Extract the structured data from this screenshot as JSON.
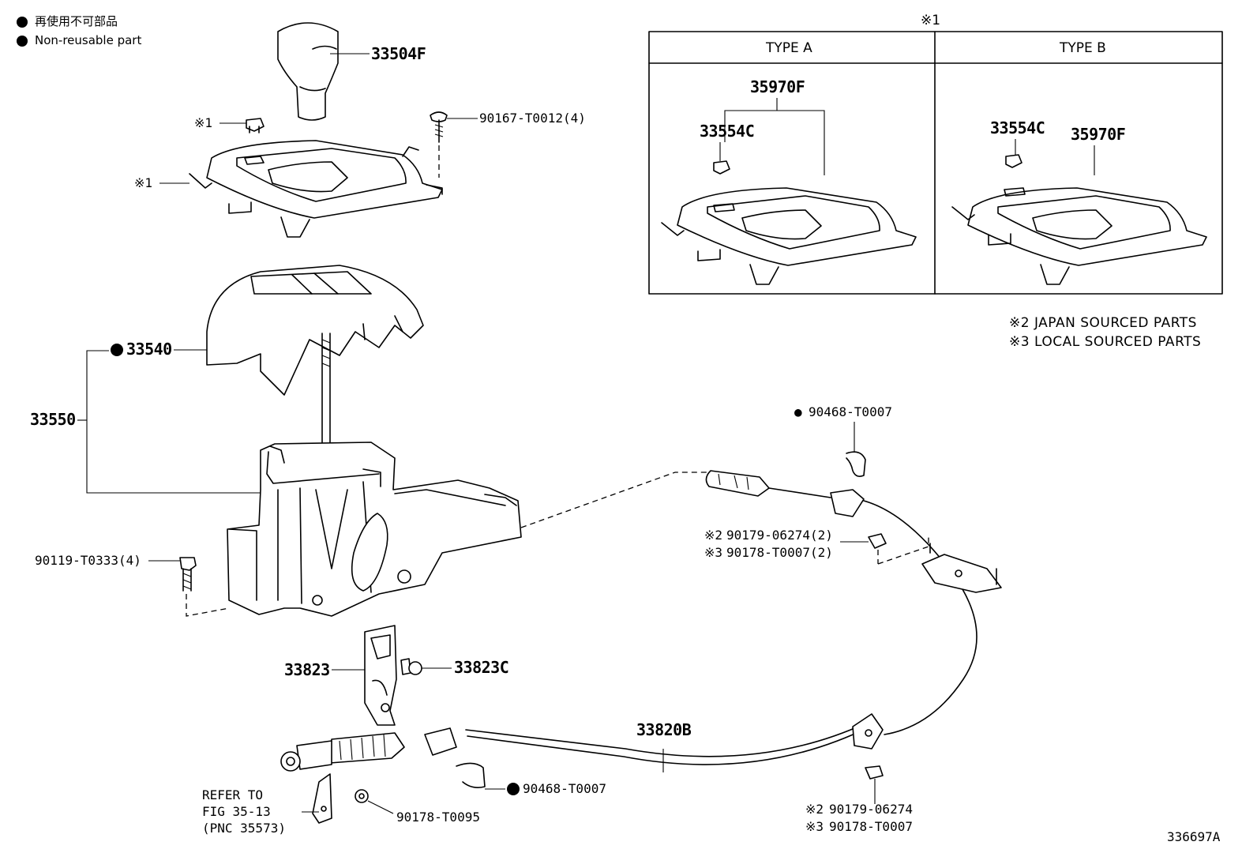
{
  "legend": {
    "line1": "再使用不可部品",
    "line2": "Non-reusable part"
  },
  "notes": {
    "mark1": "※1",
    "japan": "※2 JAPAN SOURCED PARTS",
    "local": "※3 LOCAL SOURCED PARTS"
  },
  "variants_box": {
    "title": "※1",
    "type_a": "TYPE A",
    "type_b": "TYPE B",
    "a_35970F": "35970F",
    "a_33554C": "33554C",
    "b_33554C": "33554C",
    "b_35970F": "35970F"
  },
  "parts": {
    "p33504F": "33504F",
    "p90167": "90167-T0012(4)",
    "clip_mark": "※1",
    "bezel_mark": "※1",
    "p33540": "33540",
    "p33550": "33550",
    "p90119": "90119-T0333(4)",
    "p33823": "33823",
    "p33823C": "33823C",
    "p90468_top": "90468-T0007",
    "p90179_top": "90179-06274(2)",
    "p90178_top": "90178-T0007(2)",
    "mark2_top": "※2",
    "mark3_top": "※3",
    "p33820B": "33820B",
    "p90468_bot": "90468-T0007",
    "p90178_T0095": "90178-T0095",
    "p90179_bot": "90179-06274",
    "p90178_bot": "90178-T0007",
    "mark2_bot": "※2",
    "mark3_bot": "※3"
  },
  "refer": {
    "line1": "REFER TO",
    "line2": "FIG 35-13",
    "line3": "(PNC 35573)"
  },
  "figure_id": "336697A"
}
